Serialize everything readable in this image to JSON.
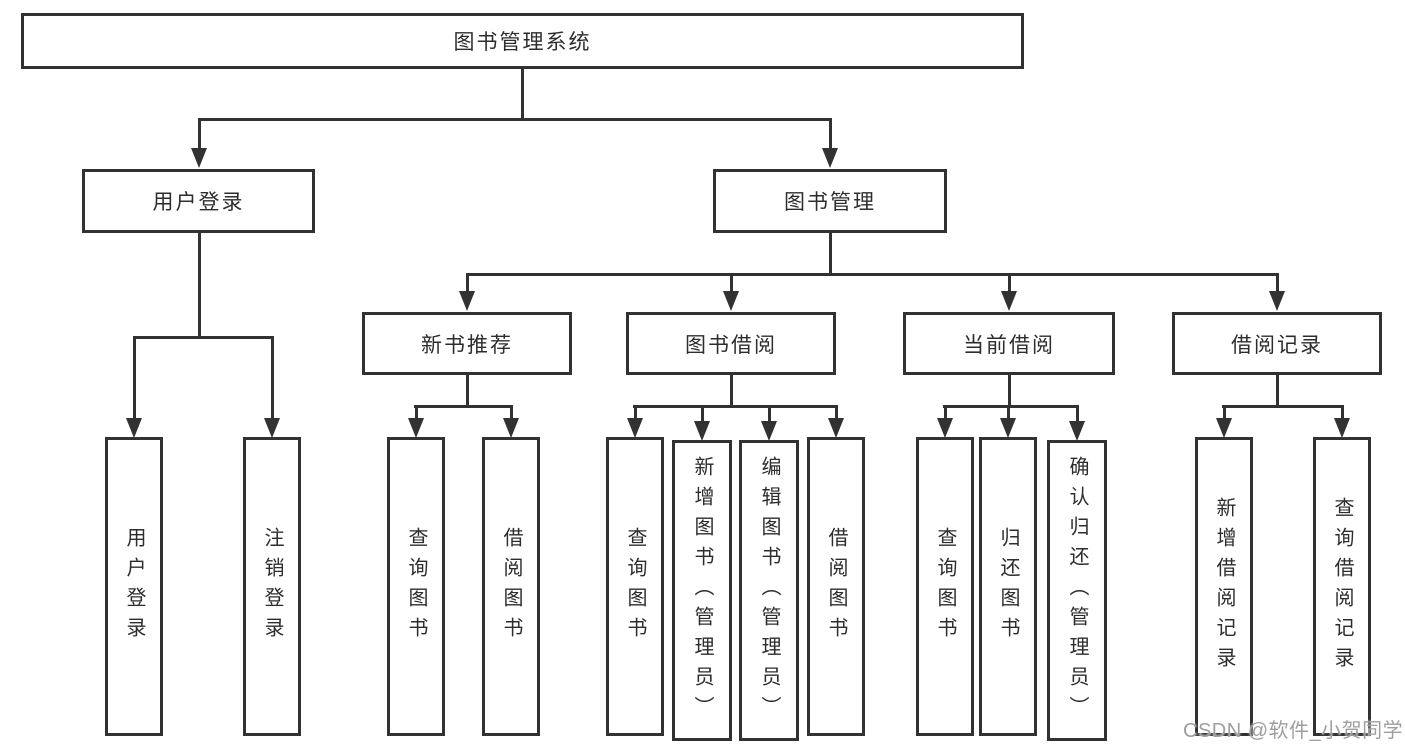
{
  "page": {
    "background": "#ffffff",
    "line_color": "#323232",
    "text_color": "#2d2d2d"
  },
  "watermark": {
    "text": "CSDN @软件_小贺同学",
    "color": "#9f9f9f"
  },
  "tree": {
    "root": {
      "label": "图书管理系统"
    },
    "branches": [
      {
        "label": "用户登录",
        "children": [
          {
            "label": "用户登录"
          },
          {
            "label": "注销登录"
          }
        ]
      },
      {
        "label": "图书管理",
        "children": [
          {
            "label": "新书推荐",
            "children": [
              {
                "label": "查询图书"
              },
              {
                "label": "借阅图书"
              }
            ]
          },
          {
            "label": "图书借阅",
            "children": [
              {
                "label": "查询图书"
              },
              {
                "label": "新增图书（管理员）"
              },
              {
                "label": "编辑图书（管理员）"
              },
              {
                "label": "借阅图书"
              }
            ]
          },
          {
            "label": "当前借阅",
            "children": [
              {
                "label": "查询图书"
              },
              {
                "label": "归还图书"
              },
              {
                "label": "确认归还（管理员）"
              }
            ]
          },
          {
            "label": "借阅记录",
            "children": [
              {
                "label": "新增借阅记录"
              },
              {
                "label": "查询借阅记录"
              }
            ]
          }
        ]
      }
    ]
  }
}
